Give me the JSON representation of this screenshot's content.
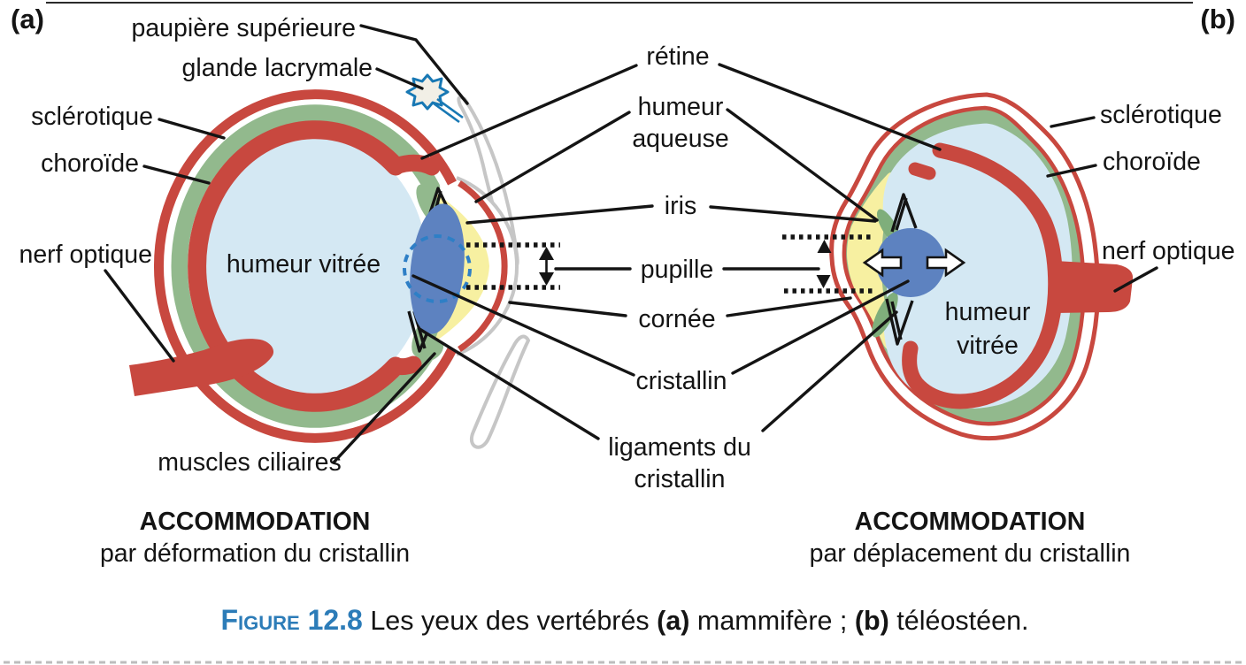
{
  "colors": {
    "red": "#c8483f",
    "green": "#92b98d",
    "ciliary_green": "#7fae7b",
    "vitreous_blue": "#d4e8f3",
    "aqueous_yellow": "#f7f0a1",
    "lens_blue": "#5d82c0",
    "dashed_blue": "#2e7fc6",
    "gland_blue": "#1878b4",
    "eyelid_gray": "#c6c6c6",
    "caption_blue": "#2c7cb8",
    "line_black": "#141414"
  },
  "panel_a": {
    "tag": "(a)",
    "humeur_vitree": "humeur vitrée",
    "labels": {
      "paupiere": "paupière supérieure",
      "glande": "glande lacrymale",
      "sclerotique": "sclérotique",
      "choroide": "choroïde",
      "nerf_optique": "nerf optique",
      "muscles_ciliaires": "muscles ciliaires"
    },
    "accommodation": {
      "title": "ACCOMMODATION",
      "subtitle": "par déformation du cristallin"
    }
  },
  "shared": {
    "retine": "rétine",
    "humeur": "humeur",
    "aqueuse": "aqueuse",
    "iris": "iris",
    "pupille": "pupille",
    "cornee": "cornée",
    "cristallin": "cristallin",
    "ligaments1": "ligaments du",
    "ligaments2": "cristallin"
  },
  "panel_b": {
    "tag": "(b)",
    "humeur": "humeur",
    "vitree": "vitrée",
    "labels": {
      "sclerotique": "sclérotique",
      "choroide": "choroïde",
      "nerf_optique": "nerf optique"
    },
    "accommodation": {
      "title": "ACCOMMODATION",
      "subtitle": "par déplacement du cristallin"
    }
  },
  "caption": {
    "figure": "Figure 12.8",
    "part1": " Les yeux des vertébrés ",
    "tag_a": "(a)",
    "part2": " mammifère ; ",
    "tag_b": "(b)",
    "part3": " téléostéen."
  }
}
